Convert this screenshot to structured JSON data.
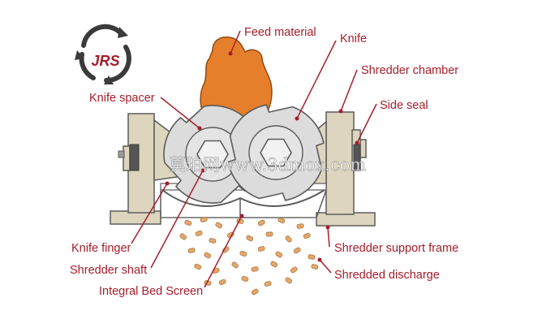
{
  "logo": {
    "text": "JRS"
  },
  "watermark": "莫珀网www.3dmox.com",
  "labels": {
    "feed_material": "Feed material",
    "knife": "Knife",
    "shredder_chamber": "Shredder chamber",
    "side_seal": "Side seal",
    "knife_spacer": "Knife spacer",
    "knife_finger": "Knife finger",
    "shredder_shaft": "Shredder shaft",
    "integral_bed_screen": "Integral Bed Screen",
    "shredder_support_frame": "Shredder support frame",
    "shredded_discharge": "Shredded discharge"
  },
  "colors": {
    "label_red": "#a41e2b",
    "feed_orange": "#e67f2b",
    "frame_beige": "#ddd5bd",
    "knife_grey": "#dcdcdc",
    "pellet_tan": "#e2a86c"
  }
}
